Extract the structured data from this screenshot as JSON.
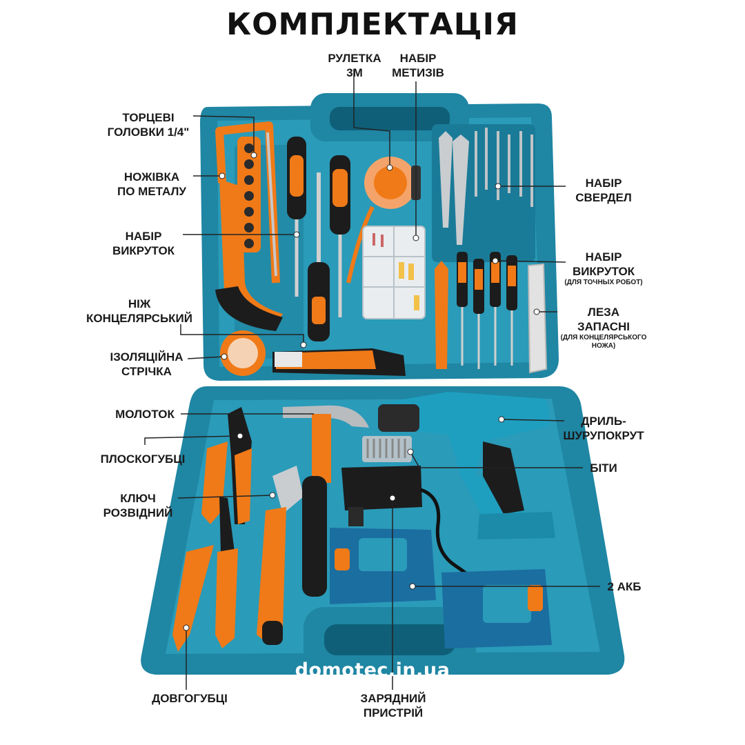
{
  "title": "КОМПЛЕКТАЦІЯ",
  "site": "domotec.in.ua",
  "colors": {
    "case": "#1f86a3",
    "case_dark": "#105e77",
    "case_light": "#2a9bb9",
    "accent": "#f07a18",
    "black": "#1c1c1c"
  },
  "labels": {
    "tape": "РУЛЕТКА\n3М",
    "hardware": "НАБІР\nМЕТИЗІВ",
    "sockets": "ТОРЦЕВІ\nГОЛОВКИ 1/4\"",
    "hacksaw": "НОЖІВКА\nПО МЕТАЛУ",
    "screwdrivers": "НАБІР\nВИКРУТОК",
    "drills": "НАБІР\nСВЕРДЕЛ",
    "precision_title": "НАБІР\nВИКРУТОК",
    "precision_sub": "(ДЛЯ ТОЧНЫХ РОБОТ)",
    "knife": "НІЖ\nКОНЦЕЛЯРСЬКИЙ",
    "blades_title": "ЛЕЗА\nЗАПАСНІ",
    "blades_sub": "(ДЛЯ КОНЦЕЛЯРСЬКОГО\nНОЖА)",
    "tape_insulation": "ІЗОЛЯЦІЙНА\nСТРІЧКА",
    "hammer": "МОЛОТОК",
    "drill_driver": "ДРИЛЬ-\nШУРУПОКРУТ",
    "pliers": "ПЛОСКОГУБЦІ",
    "bits": "БІТИ",
    "wrench": "КЛЮЧ\nРОЗВІДНИЙ",
    "batteries": "2 АКБ",
    "long_nose": "ДОВГОГУБЦІ",
    "charger": "ЗАРЯДНИЙ\nПРИСТРІЙ"
  }
}
